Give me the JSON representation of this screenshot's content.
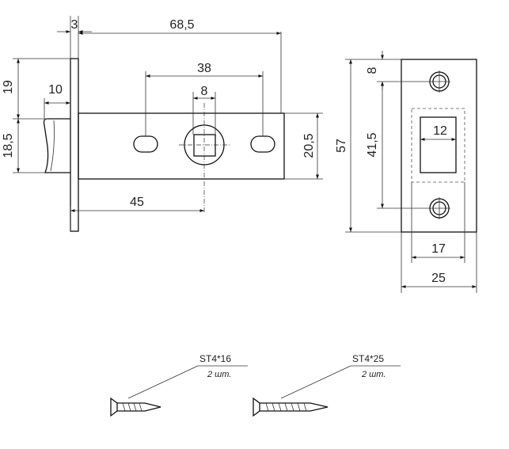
{
  "latch_view": {
    "dimensions": {
      "faceplate_thickness": "3",
      "backset_total": "68,5",
      "hole_spacing": "38",
      "spindle_size": "8",
      "body_height": "20,5",
      "latch_bolt_height": "18,5",
      "top_offset": "19",
      "bolt_projection": "10",
      "backset": "45"
    }
  },
  "strike_view": {
    "dimensions": {
      "screw_offset": "8",
      "screw_spacing": "41,5",
      "plate_height": "57",
      "opening_width": "12",
      "inner_width": "17",
      "plate_width": "25"
    }
  },
  "screws": [
    {
      "code": "ST4*16",
      "qty": "2 шт."
    },
    {
      "code": "ST4*25",
      "qty": "2 шт."
    }
  ]
}
